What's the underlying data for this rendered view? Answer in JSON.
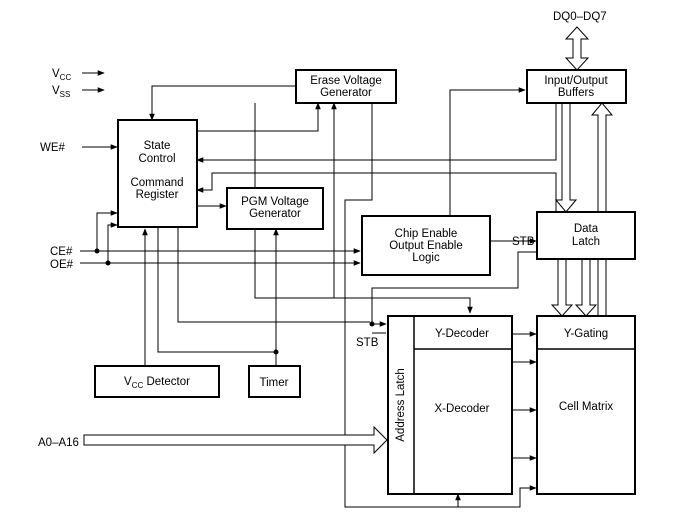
{
  "pins": {
    "vcc": "V",
    "vcc_sub": "CC",
    "vss": "V",
    "vss_sub": "SS",
    "we": "WE#",
    "ce": "CE#",
    "oe": "OE#",
    "addr": "A0–A16",
    "dq": "DQ0–DQ7"
  },
  "blocks": {
    "state_control_1": "State",
    "state_control_2": "Control",
    "command_register_1": "Command",
    "command_register_2": "Register",
    "erase_gen_1": "Erase Voltage",
    "erase_gen_2": "Generator",
    "pgm_gen_1": "PGM Voltage",
    "pgm_gen_2": "Generator",
    "io_buffers_1": "Input/Output",
    "io_buffers_2": "Buffers",
    "chip_enable_1": "Chip Enable",
    "chip_enable_2": "Output Enable",
    "chip_enable_3": "Logic",
    "data_latch_1": "Data",
    "data_latch_2": "Latch",
    "y_decoder": "Y-Decoder",
    "x_decoder": "X-Decoder",
    "address_latch": "Address Latch",
    "y_gating": "Y-Gating",
    "cell_matrix": "Cell Matrix",
    "vcc_detector": "V",
    "vcc_detector_sub": "CC",
    "vcc_detector_rest": " Detector",
    "timer": "Timer"
  },
  "signals": {
    "stb_data": "STB",
    "stb_addr": "STB"
  }
}
